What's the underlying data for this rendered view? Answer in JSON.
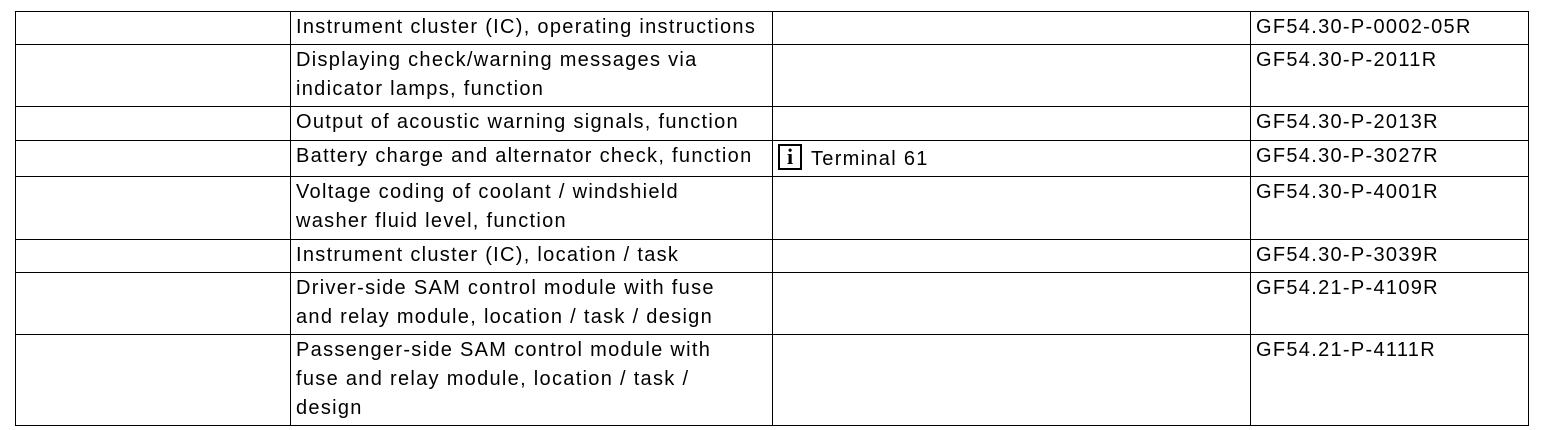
{
  "document": {
    "kind": "technical-document-reference-table",
    "colors": {
      "border": "#000000",
      "text": "#000000",
      "background": "#ffffff"
    },
    "icons": {
      "info": "i"
    },
    "rows": [
      {
        "label": "",
        "description": "Instrument cluster (IC), operating instructions",
        "note": "",
        "code": "GF54.30-P-0002-05R"
      },
      {
        "label": "",
        "description": "Displaying check/warning messages via\nindicator lamps, function",
        "note": "",
        "code": "GF54.30-P-2011R"
      },
      {
        "label": "",
        "description": "Output of acoustic warning signals, function",
        "note": "",
        "code": "GF54.30-P-2013R"
      },
      {
        "label": "",
        "description": "Battery charge and alternator check, function",
        "note": "Terminal 61",
        "code": "GF54.30-P-3027R"
      },
      {
        "label": "",
        "description": "Voltage coding of coolant / windshield\nwasher fluid level, function",
        "note": "",
        "code": "GF54.30-P-4001R"
      },
      {
        "label": "",
        "description": "Instrument cluster (IC), location / task",
        "note": "",
        "code": "GF54.30-P-3039R"
      },
      {
        "label": "",
        "description": "Driver-side SAM control module with fuse\nand relay module, location / task / design",
        "note": "",
        "code": "GF54.21-P-4109R"
      },
      {
        "label": "",
        "description": "Passenger-side SAM control module with\nfuse and relay module, location / task /\ndesign",
        "note": "",
        "code": "GF54.21-P-4111R"
      }
    ]
  }
}
